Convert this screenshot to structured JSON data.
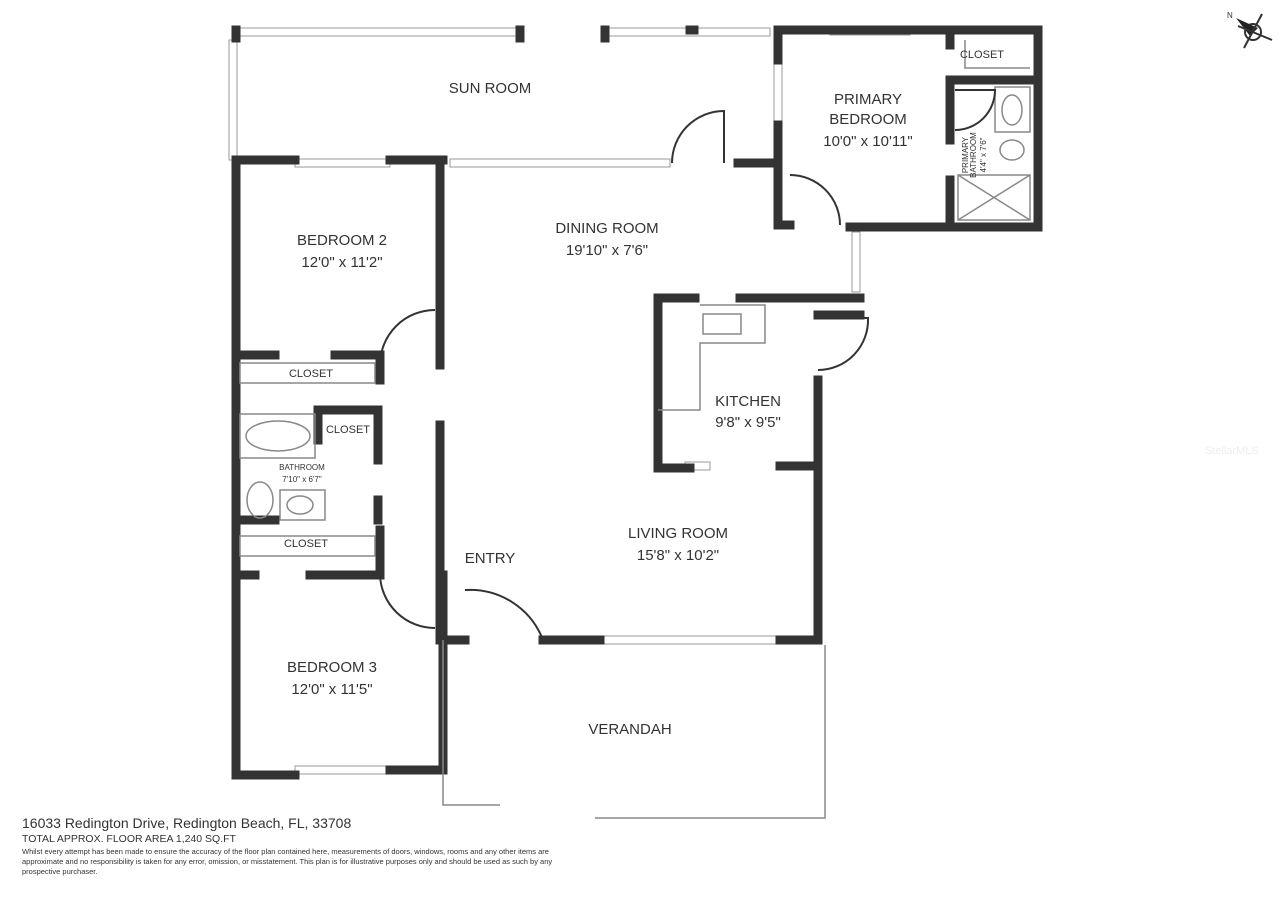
{
  "rooms": {
    "sun_room": {
      "name": "SUN ROOM"
    },
    "primary_bedroom": {
      "name_line1": "PRIMARY",
      "name_line2": "BEDROOM",
      "size": "10'0\" x 10'11\""
    },
    "primary_closet": {
      "name": "CLOSET"
    },
    "primary_bathroom": {
      "name_line1": "PRIMARY",
      "name_line2": "BATHROOM",
      "size": "4'4\" x 7'6\""
    },
    "dining_room": {
      "name": "DINING ROOM",
      "size": "19'10\" x 7'6\""
    },
    "bedroom_2": {
      "name": "BEDROOM 2",
      "size": "12'0\" x 11'2\""
    },
    "closet_1": {
      "name": "CLOSET"
    },
    "closet_2": {
      "name": "CLOSET"
    },
    "bathroom": {
      "name": "BATHROOM",
      "size": "7'10\" x 6'7\""
    },
    "closet_3": {
      "name": "CLOSET"
    },
    "kitchen": {
      "name": "KITCHEN",
      "size": "9'8\" x 9'5\""
    },
    "living_room": {
      "name": "LIVING ROOM",
      "size": "15'8\" x 10'2\""
    },
    "entry": {
      "name": "ENTRY"
    },
    "bedroom_3": {
      "name": "BEDROOM 3",
      "size": "12'0\" x 11'5\""
    },
    "verandah": {
      "name": "VERANDAH"
    }
  },
  "compass": {
    "label": "N"
  },
  "footer": {
    "address": "16033 Redington Drive, Redington Beach, FL, 33708",
    "floor_area": "TOTAL APPROX. FLOOR AREA 1,240 SQ.FT",
    "disclaimer": "Whilst every attempt has been made to ensure the accuracy of the floor plan contained here, measurements of doors, windows, rooms and any other items are approximate and no responsibility is taken for any error, omission, or misstatement. This plan is for illustrative purposes only and should be used as such by any prospective purchaser."
  },
  "watermark": "StellarMLS",
  "colors": {
    "wall": "#333333",
    "background": "#ffffff"
  }
}
